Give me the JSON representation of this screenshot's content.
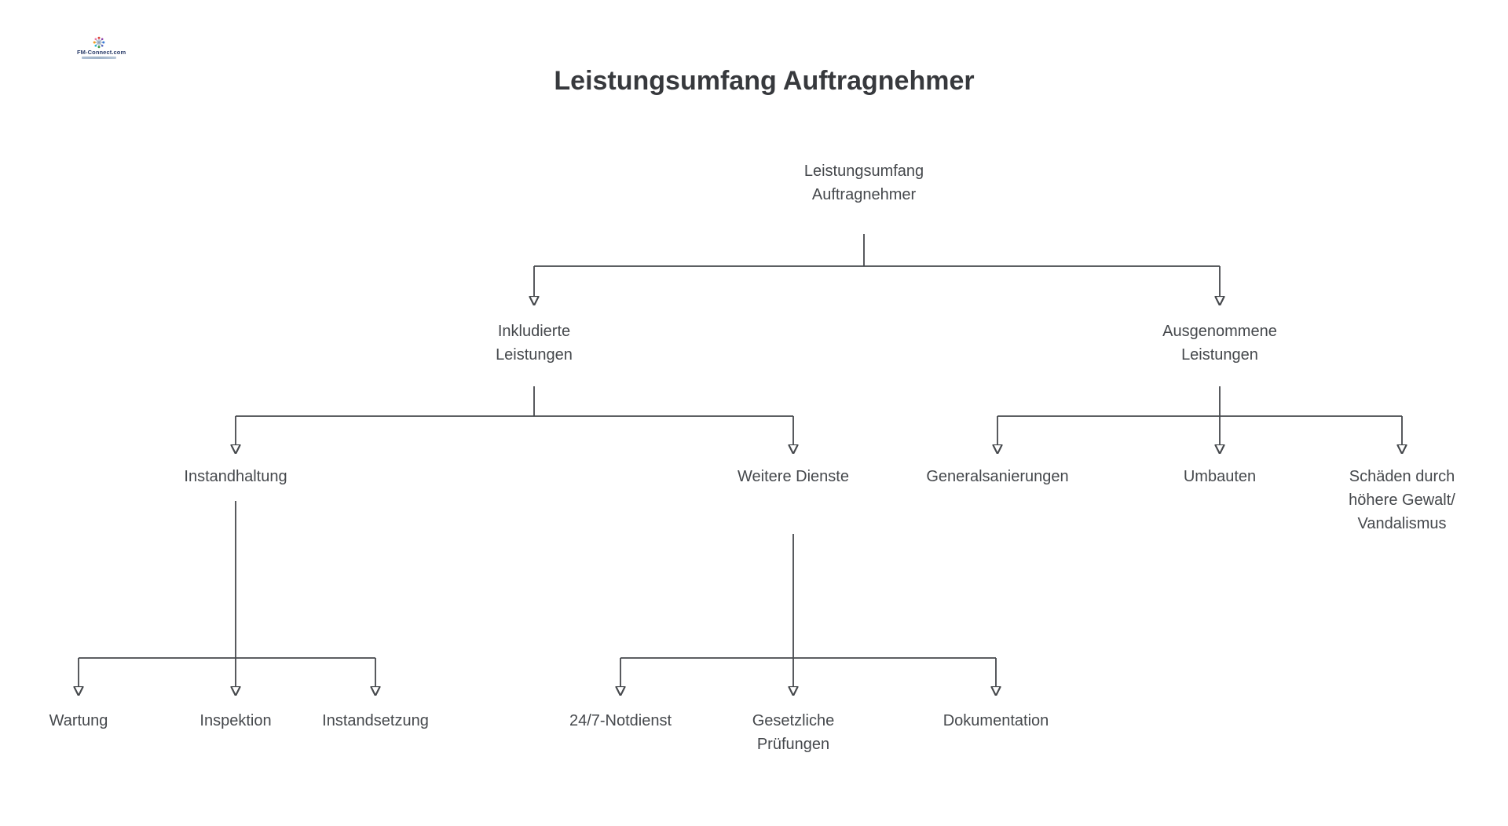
{
  "header": {
    "title": "Leistungsumfang Auftragnehmer"
  },
  "logo": {
    "brand": "FM-Connect.com"
  },
  "diagram": {
    "type": "tree",
    "text_color": "#45484c",
    "line_color": "#45484c",
    "nodes": {
      "root": {
        "lines": [
          "Leistungsumfang",
          "Auftragnehmer"
        ]
      },
      "included": {
        "lines": [
          "Inkludierte",
          "Leistungen"
        ]
      },
      "excluded": {
        "lines": [
          "Ausgenommene",
          "Leistungen"
        ]
      },
      "maintenance": {
        "lines": [
          "Instandhaltung"
        ]
      },
      "services": {
        "lines": [
          "Weitere Dienste"
        ]
      },
      "renovations": {
        "lines": [
          "Generalsanierungen"
        ]
      },
      "conversions": {
        "lines": [
          "Umbauten"
        ]
      },
      "damages": {
        "lines": [
          "Schäden durch",
          "höhere Gewalt/",
          "Vandalismus"
        ]
      },
      "wartung": {
        "lines": [
          "Wartung"
        ]
      },
      "inspektion": {
        "lines": [
          "Inspektion"
        ]
      },
      "instandsetzung": {
        "lines": [
          "Instandsetzung"
        ]
      },
      "notdienst": {
        "lines": [
          "24/7-Notdienst"
        ]
      },
      "pruefungen": {
        "lines": [
          "Gesetzliche",
          "Prüfungen"
        ]
      },
      "dokumentation": {
        "lines": [
          "Dokumentation"
        ]
      }
    },
    "edges": [
      {
        "from": "root",
        "to": "included"
      },
      {
        "from": "root",
        "to": "excluded"
      },
      {
        "from": "included",
        "to": "maintenance"
      },
      {
        "from": "included",
        "to": "services"
      },
      {
        "from": "excluded",
        "to": "renovations"
      },
      {
        "from": "excluded",
        "to": "conversions"
      },
      {
        "from": "excluded",
        "to": "damages"
      },
      {
        "from": "maintenance",
        "to": "wartung"
      },
      {
        "from": "maintenance",
        "to": "inspektion"
      },
      {
        "from": "maintenance",
        "to": "instandsetzung"
      },
      {
        "from": "services",
        "to": "notdienst"
      },
      {
        "from": "services",
        "to": "pruefungen"
      },
      {
        "from": "services",
        "to": "dokumentation"
      }
    ]
  }
}
